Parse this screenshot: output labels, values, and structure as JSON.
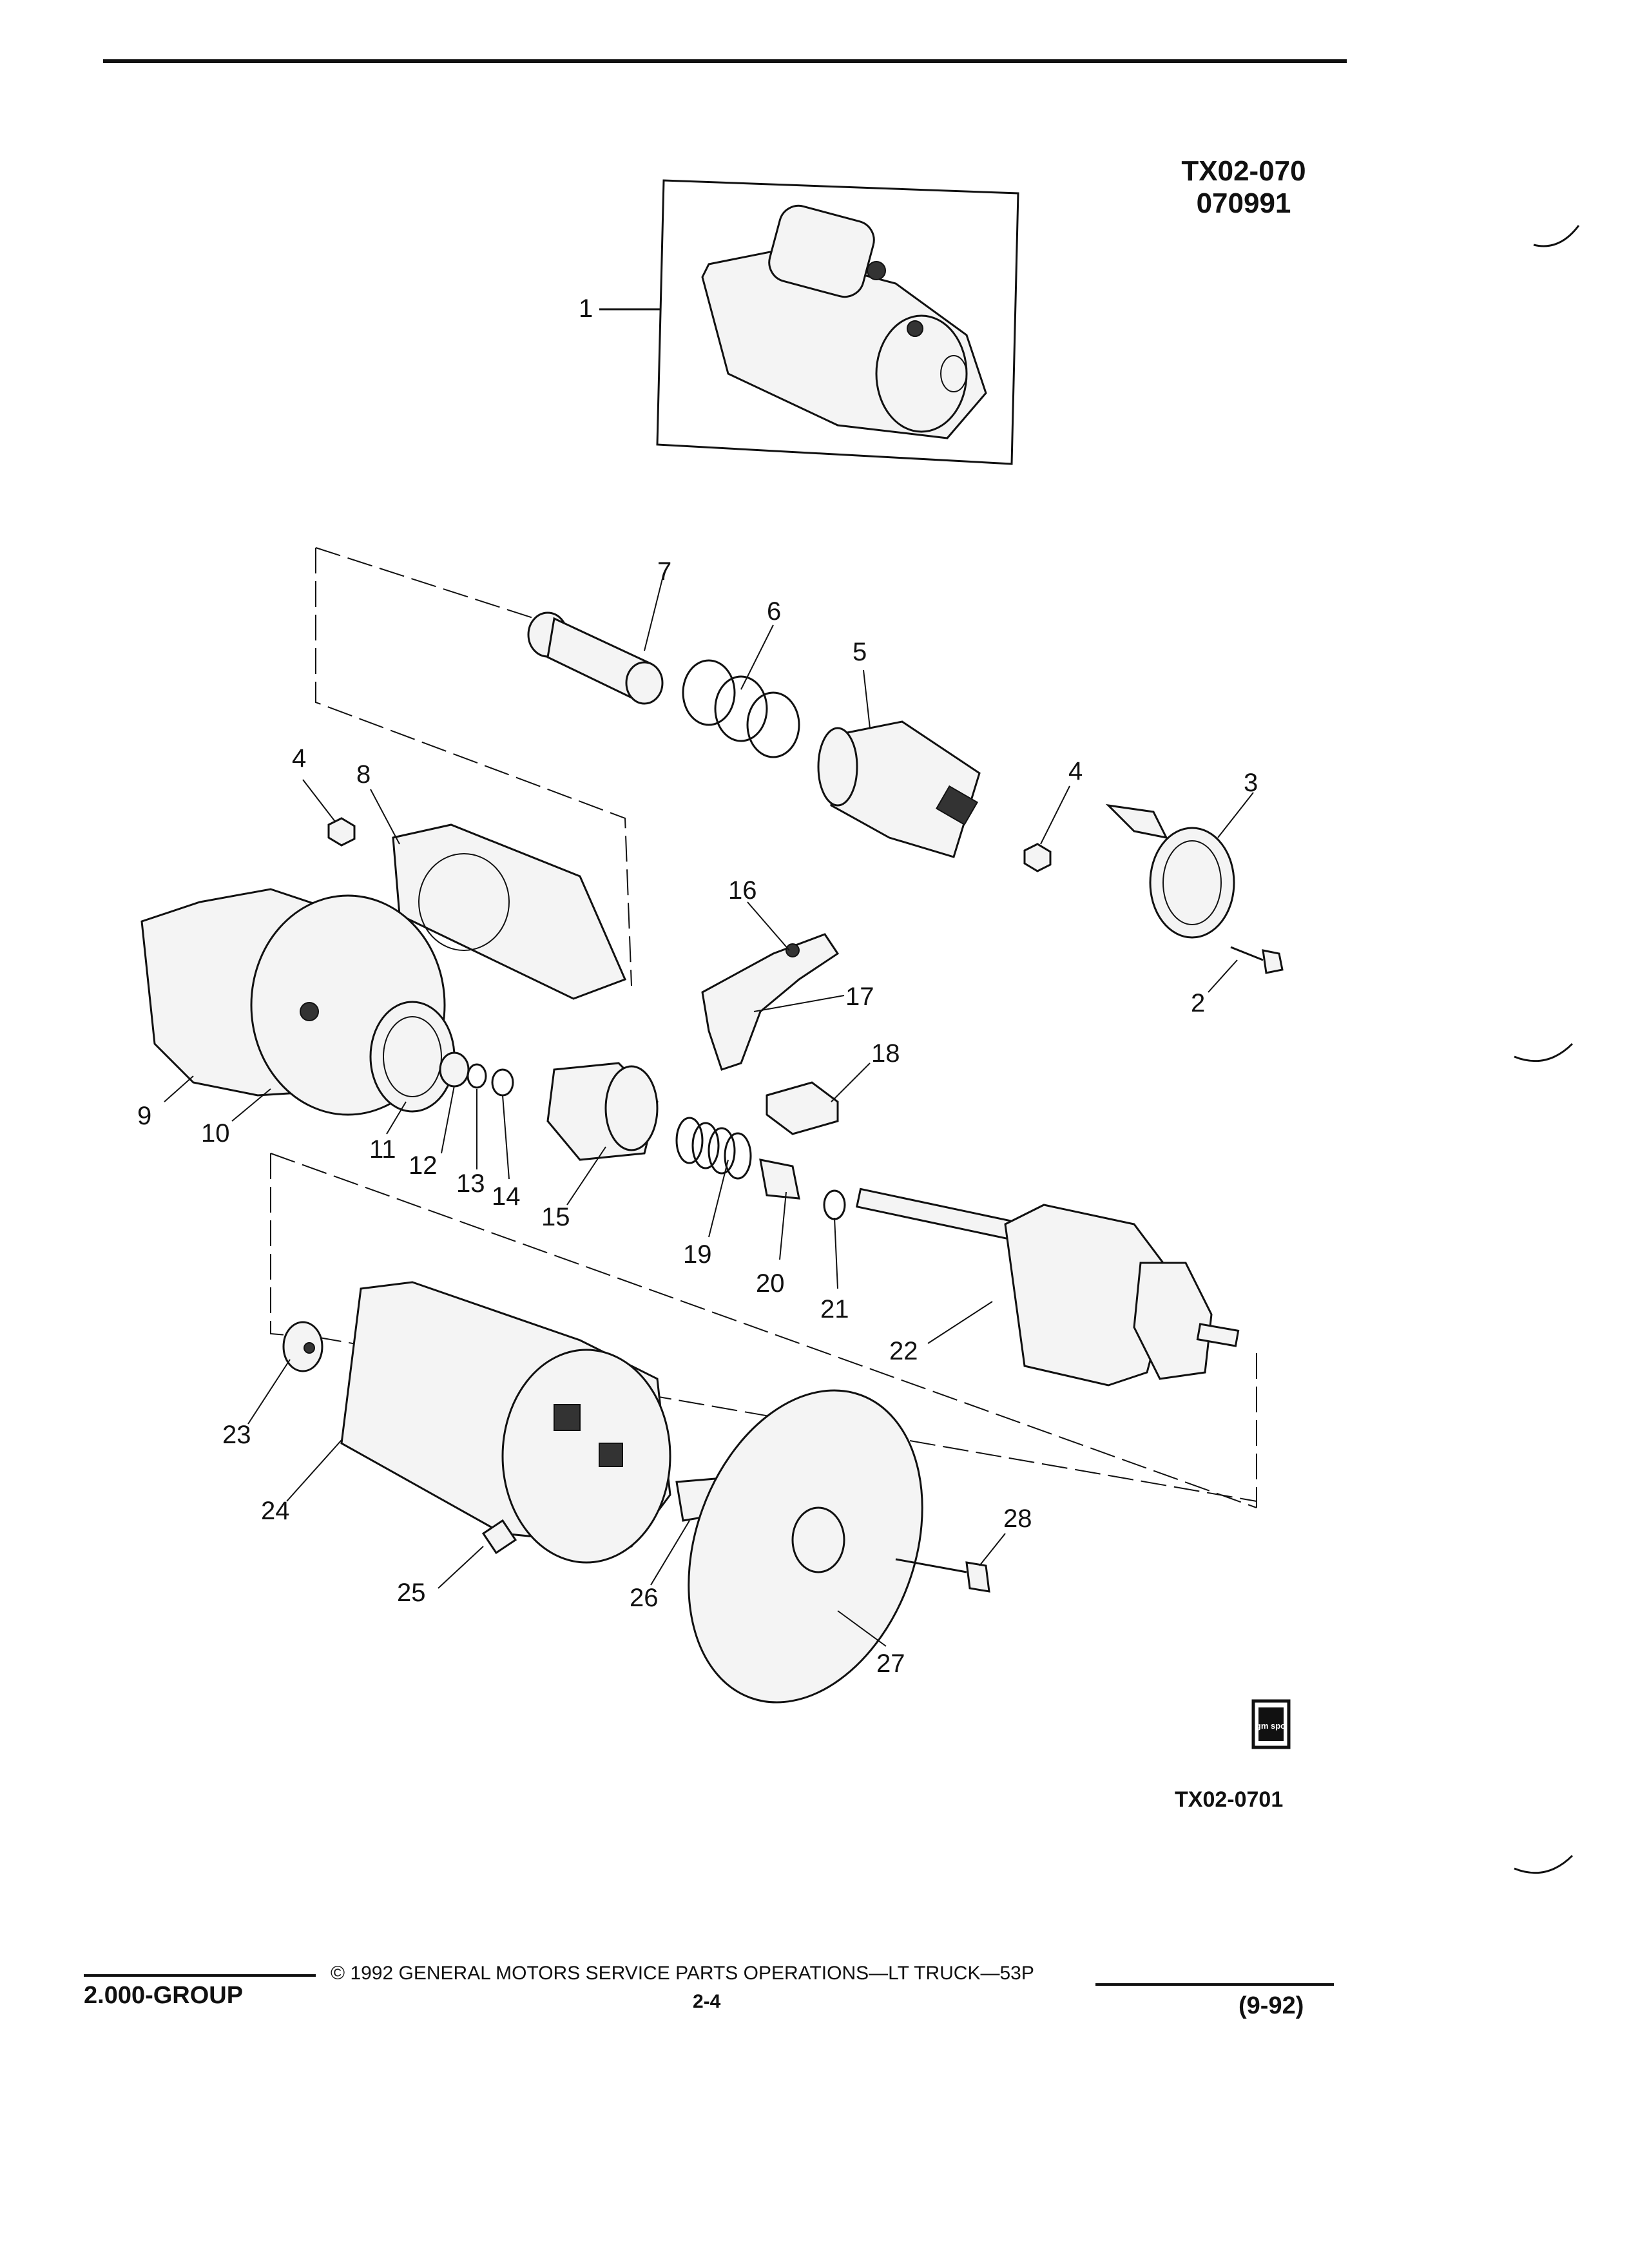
{
  "header": {
    "figure_code": "TX02-070",
    "figure_date": "070991"
  },
  "figure": {
    "reference": "TX02-0701",
    "logo_text": "gm spo",
    "callouts": [
      "1",
      "2",
      "3",
      "4",
      "4",
      "5",
      "6",
      "7",
      "8",
      "9",
      "10",
      "11",
      "12",
      "13",
      "14",
      "15",
      "16",
      "17",
      "18",
      "19",
      "20",
      "21",
      "22",
      "23",
      "24",
      "25",
      "26",
      "27",
      "28"
    ]
  },
  "footer": {
    "group": "2.000-GROUP",
    "copyright": "© 1992 GENERAL MOTORS SERVICE PARTS OPERATIONS—LT TRUCK—53P",
    "page": "2-4",
    "revision": "(9-92)"
  }
}
